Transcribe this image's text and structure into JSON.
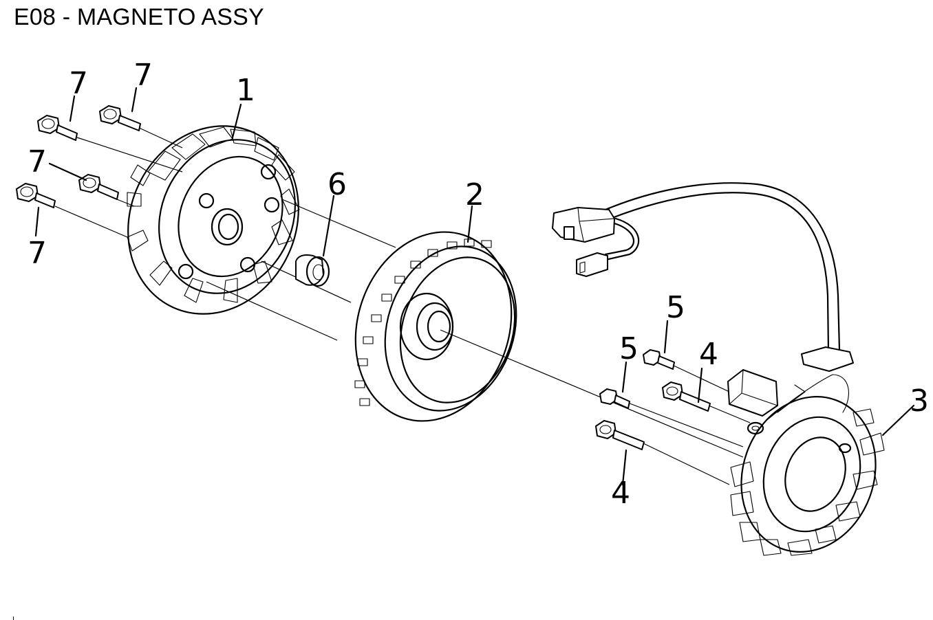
{
  "title": "E08 - MAGNETO ASSY",
  "callouts": {
    "fan": "1",
    "flywheel": "2",
    "stator": "3",
    "bolt_4_upper": "4",
    "bolt_4_lower": "4",
    "bolt_5_upper": "5",
    "bolt_5_lower": "5",
    "collar": "6",
    "bolt_7_a": "7",
    "bolt_7_b": "7",
    "bolt_7_c": "7",
    "bolt_7_d": "7"
  }
}
